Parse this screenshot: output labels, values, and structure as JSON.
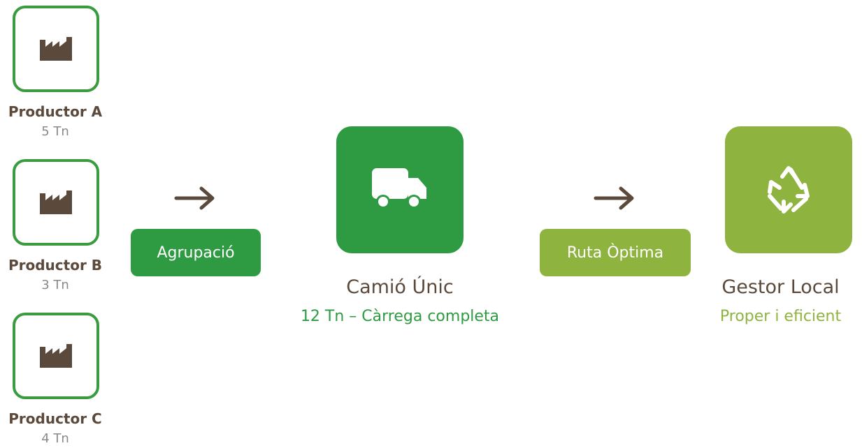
{
  "producers": [
    {
      "name": "Productor A",
      "qty": "5 Tn",
      "icon": "factory-icon"
    },
    {
      "name": "Productor B",
      "qty": "3 Tn",
      "icon": "factory-icon"
    },
    {
      "name": "Productor C",
      "qty": "4 Tn",
      "icon": "factory-icon"
    }
  ],
  "steps": {
    "grouping_label": "Agrupació",
    "route_label": "Ruta Òptima"
  },
  "truck": {
    "title": "Camió Únic",
    "subtitle": "12 Tn – Càrrega completa",
    "icon": "truck-icon"
  },
  "manager": {
    "title": "Gestor Local",
    "subtitle": "Proper i eficient",
    "icon": "recycle-icon"
  },
  "colors": {
    "green": "#2e9b42",
    "lime": "#8fb33f",
    "brown": "#5b4a3b",
    "gray": "#8a8a8a"
  }
}
